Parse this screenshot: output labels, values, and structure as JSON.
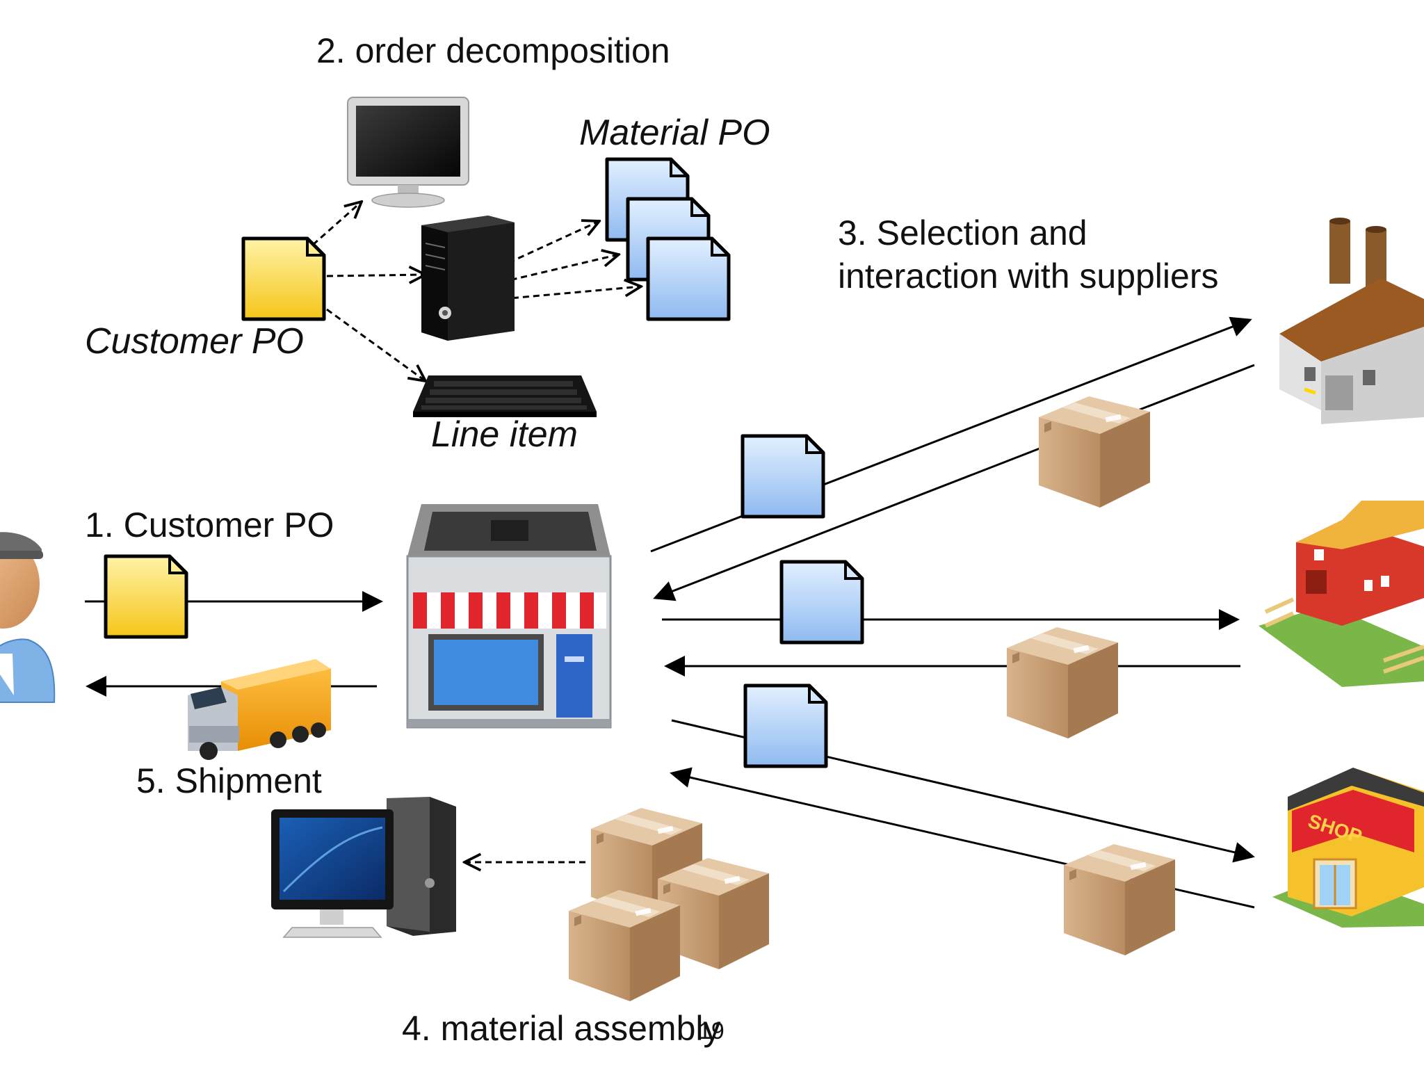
{
  "labels": {
    "order_decomposition": "2. order decomposition",
    "material_po": "Material PO",
    "customer_po_doc": "Customer PO",
    "line_item": "Line item",
    "selection_line1": "3. Selection and",
    "selection_line2": "interaction with suppliers",
    "customer_po_step": "1. Customer PO",
    "shipment": "5. Shipment",
    "material_assembly": "4. material assembly",
    "page_number": "19"
  },
  "colors": {
    "customer_doc": "#ffd84a",
    "material_doc": "#a9cdf5",
    "box": "#c9a27a",
    "truck_cargo": "#f8a81b",
    "store_awning": "#e0262c",
    "barn": "#d8382a",
    "shop_front": "#f5c22c"
  },
  "icons": [
    "monitor-icon",
    "pc-tower-icon",
    "keyboard-icon",
    "document-icon",
    "person-icon",
    "store-icon",
    "truck-icon",
    "desktop-computer-icon",
    "cardboard-box-icon",
    "factory-icon",
    "barn-icon",
    "shop-icon"
  ]
}
